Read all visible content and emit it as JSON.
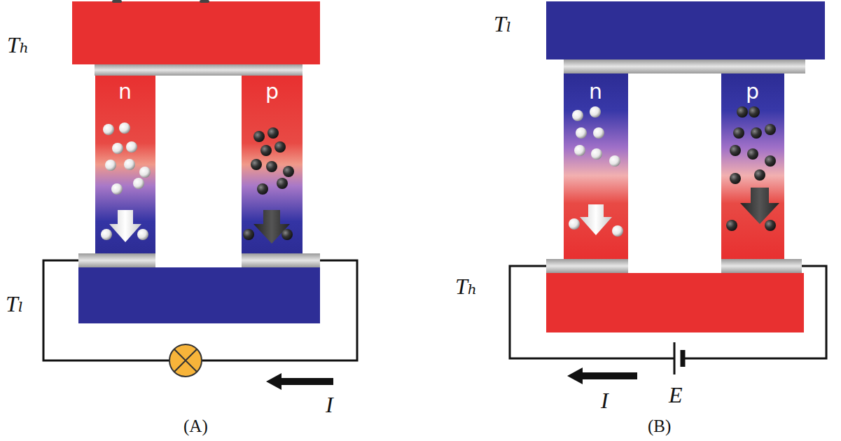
{
  "diagram": {
    "nodes": [
      {
        "text": [
          "Tₕ"
        ]
      },
      {
        "text": [
          "n"
        ]
      },
      {
        "text": [
          "p"
        ]
      },
      {
        "text": [
          "Tₗ"
        ]
      },
      {
        "text": [
          "Tₗ"
        ]
      },
      {
        "text": [
          "n"
        ]
      },
      {
        "text": [
          "p"
        ]
      },
      {
        "text": [
          "Tₕ"
        ]
      }
    ],
    "labels": [
      "I",
      "(A)",
      "E",
      "I",
      "(B)"
    ]
  }
}
